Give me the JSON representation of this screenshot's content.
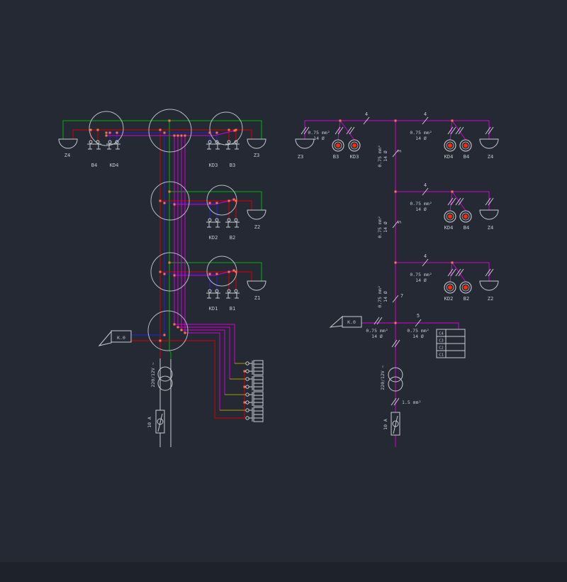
{
  "app": {
    "background": "#242933",
    "footer_background": "#1d222b"
  },
  "colors": {
    "wire_green": "#00b400",
    "wire_red": "#d80000",
    "wire_blue": "#2424d8",
    "wire_magenta": "#d400d4",
    "wire_yellow": "#a89b00",
    "symbol_gray": "#c8ccd2",
    "node_orange": "#ff7050",
    "button_core": "#ff2a00",
    "text": "#c2c8d0"
  },
  "left_diagram": {
    "top_row": {
      "lamp_left": "Z4",
      "switch_1": "B4",
      "switch_2": "KD4",
      "switch_3": "KD3",
      "switch_4": "B3",
      "lamp_right": "Z3"
    },
    "middle_row": {
      "switch_1": "KD2",
      "switch_2": "B2",
      "lamp": "Z2"
    },
    "bottom_row": {
      "switch_1": "KD1",
      "switch_2": "B1",
      "lamp": "Z1"
    },
    "junction_flag": "K.0",
    "transformer_label": "220/12V ~",
    "fuse_label": "10 A"
  },
  "right_diagram": {
    "wire_spec": "0.75 mm²",
    "conduit_spec": "14 Ø",
    "row_1": {
      "lamp_left": "Z3",
      "button_1": "B3",
      "button_2": "KD3",
      "button_3": "KD4",
      "button_4": "B4",
      "lamp_right": "Z4",
      "count_left": "4",
      "count_right": "4"
    },
    "row_2": {
      "button_1": "KD4",
      "button_2": "B4",
      "lamp": "Z4",
      "count": "4"
    },
    "row_3": {
      "button_1": "KD2",
      "button_2": "B2",
      "lamp": "Z2",
      "count": "4"
    },
    "trunk": {
      "segment_1_count": "3",
      "segment_2_count": "5",
      "segment_3_count": "7"
    },
    "k0_flag": "K.0",
    "bell_run_count": "5",
    "terminal_block": [
      "C4",
      "C3",
      "C2",
      "C1"
    ],
    "transformer_label": "220/12V ~",
    "transformer_wire": "1.5 mm²",
    "fuse_label": "10 A"
  }
}
